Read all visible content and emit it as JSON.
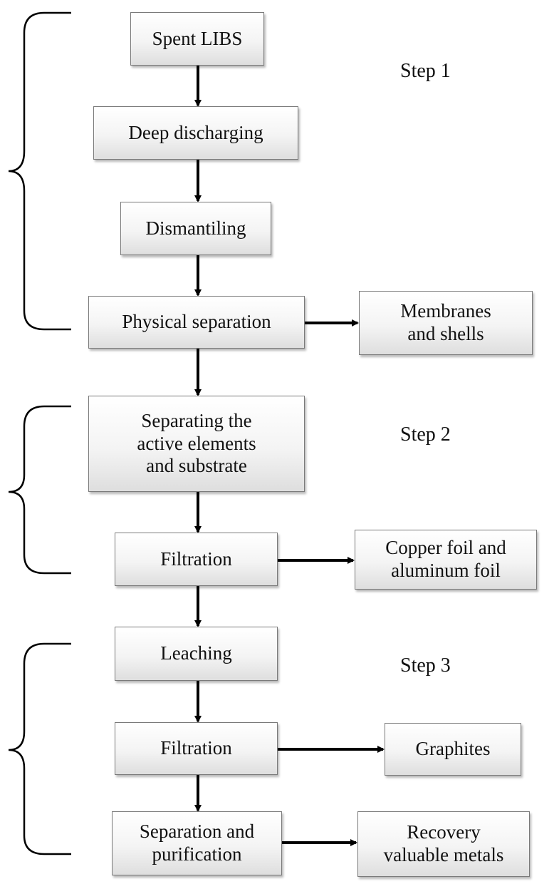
{
  "diagram": {
    "nodes": {
      "spent_libs": "Spent LIBS",
      "deep_discharging": "Deep discharging",
      "dismantling": "Dismantiling",
      "physical_separation": "Physical separation",
      "membranes_shells": "Membranes\nand shells",
      "separating_active": "Separating the\nactive elements\nand substrate",
      "filtration_1": "Filtration",
      "copper_aluminum": "Copper foil and\naluminum foil",
      "leaching": "Leaching",
      "filtration_2": "Filtration",
      "graphites": "Graphites",
      "separation_purification": "Separation and\npurification",
      "recovery_metals": "Recovery\nvaluable metals"
    },
    "steps": {
      "step1": "Step 1",
      "step2": "Step 2",
      "step3": "Step 3"
    },
    "colors": {
      "box_border": "#7a7a7a",
      "arrow": "#000000",
      "text": "#111111"
    }
  }
}
